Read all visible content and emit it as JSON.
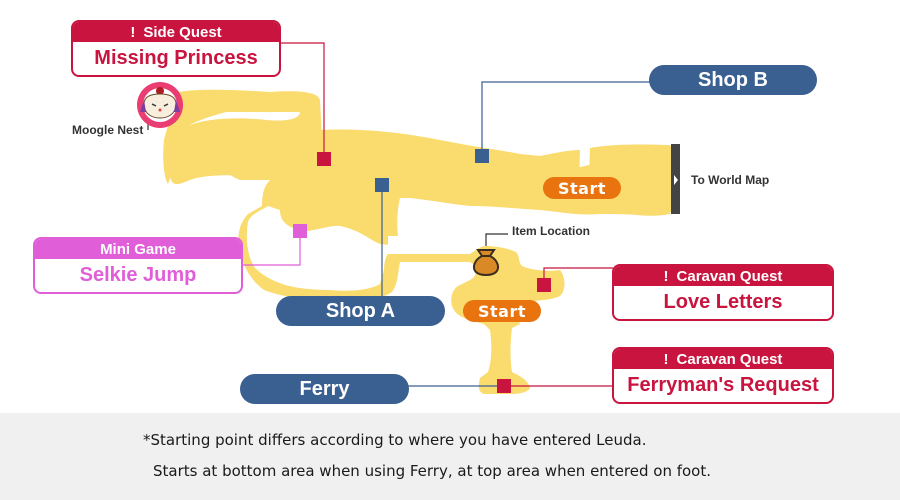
{
  "map": {
    "colors": {
      "floor": "#fadb6e",
      "quest": "#c8143f",
      "minigame": "#e05ed8",
      "shop": "#3a5f91",
      "start": "#e8730f",
      "exit_bar": "#444444",
      "footer_bg": "#f0f0f0"
    },
    "side_quest": {
      "category": "Side Quest",
      "title": "Missing Princess",
      "icon": "exclamation-icon"
    },
    "mini_game": {
      "category": "Mini Game",
      "title": "Selkie Jump"
    },
    "caravan_quests": [
      {
        "category": "Caravan Quest",
        "title": "Love Letters",
        "icon": "exclamation-icon"
      },
      {
        "category": "Caravan Quest",
        "title": "Ferryman's Request",
        "icon": "exclamation-icon"
      }
    ],
    "shops": {
      "shop_b": "Shop B",
      "shop_a": "Shop A",
      "ferry": "Ferry"
    },
    "start_markers": [
      "Start",
      "Start"
    ],
    "labels": {
      "moogle_nest": "Moogle Nest",
      "item_location": "Item Location",
      "to_world_map": "To World Map"
    },
    "icons": {
      "moogle": "moogle-icon",
      "item_bag": "item-bag-icon",
      "exit_arrow": "chevron-right-icon"
    }
  },
  "footer": {
    "note_line1": "*Starting point differs according to where you have entered Leuda.",
    "note_line2": "Starts at bottom area when using Ferry, at top area when entered on foot."
  }
}
